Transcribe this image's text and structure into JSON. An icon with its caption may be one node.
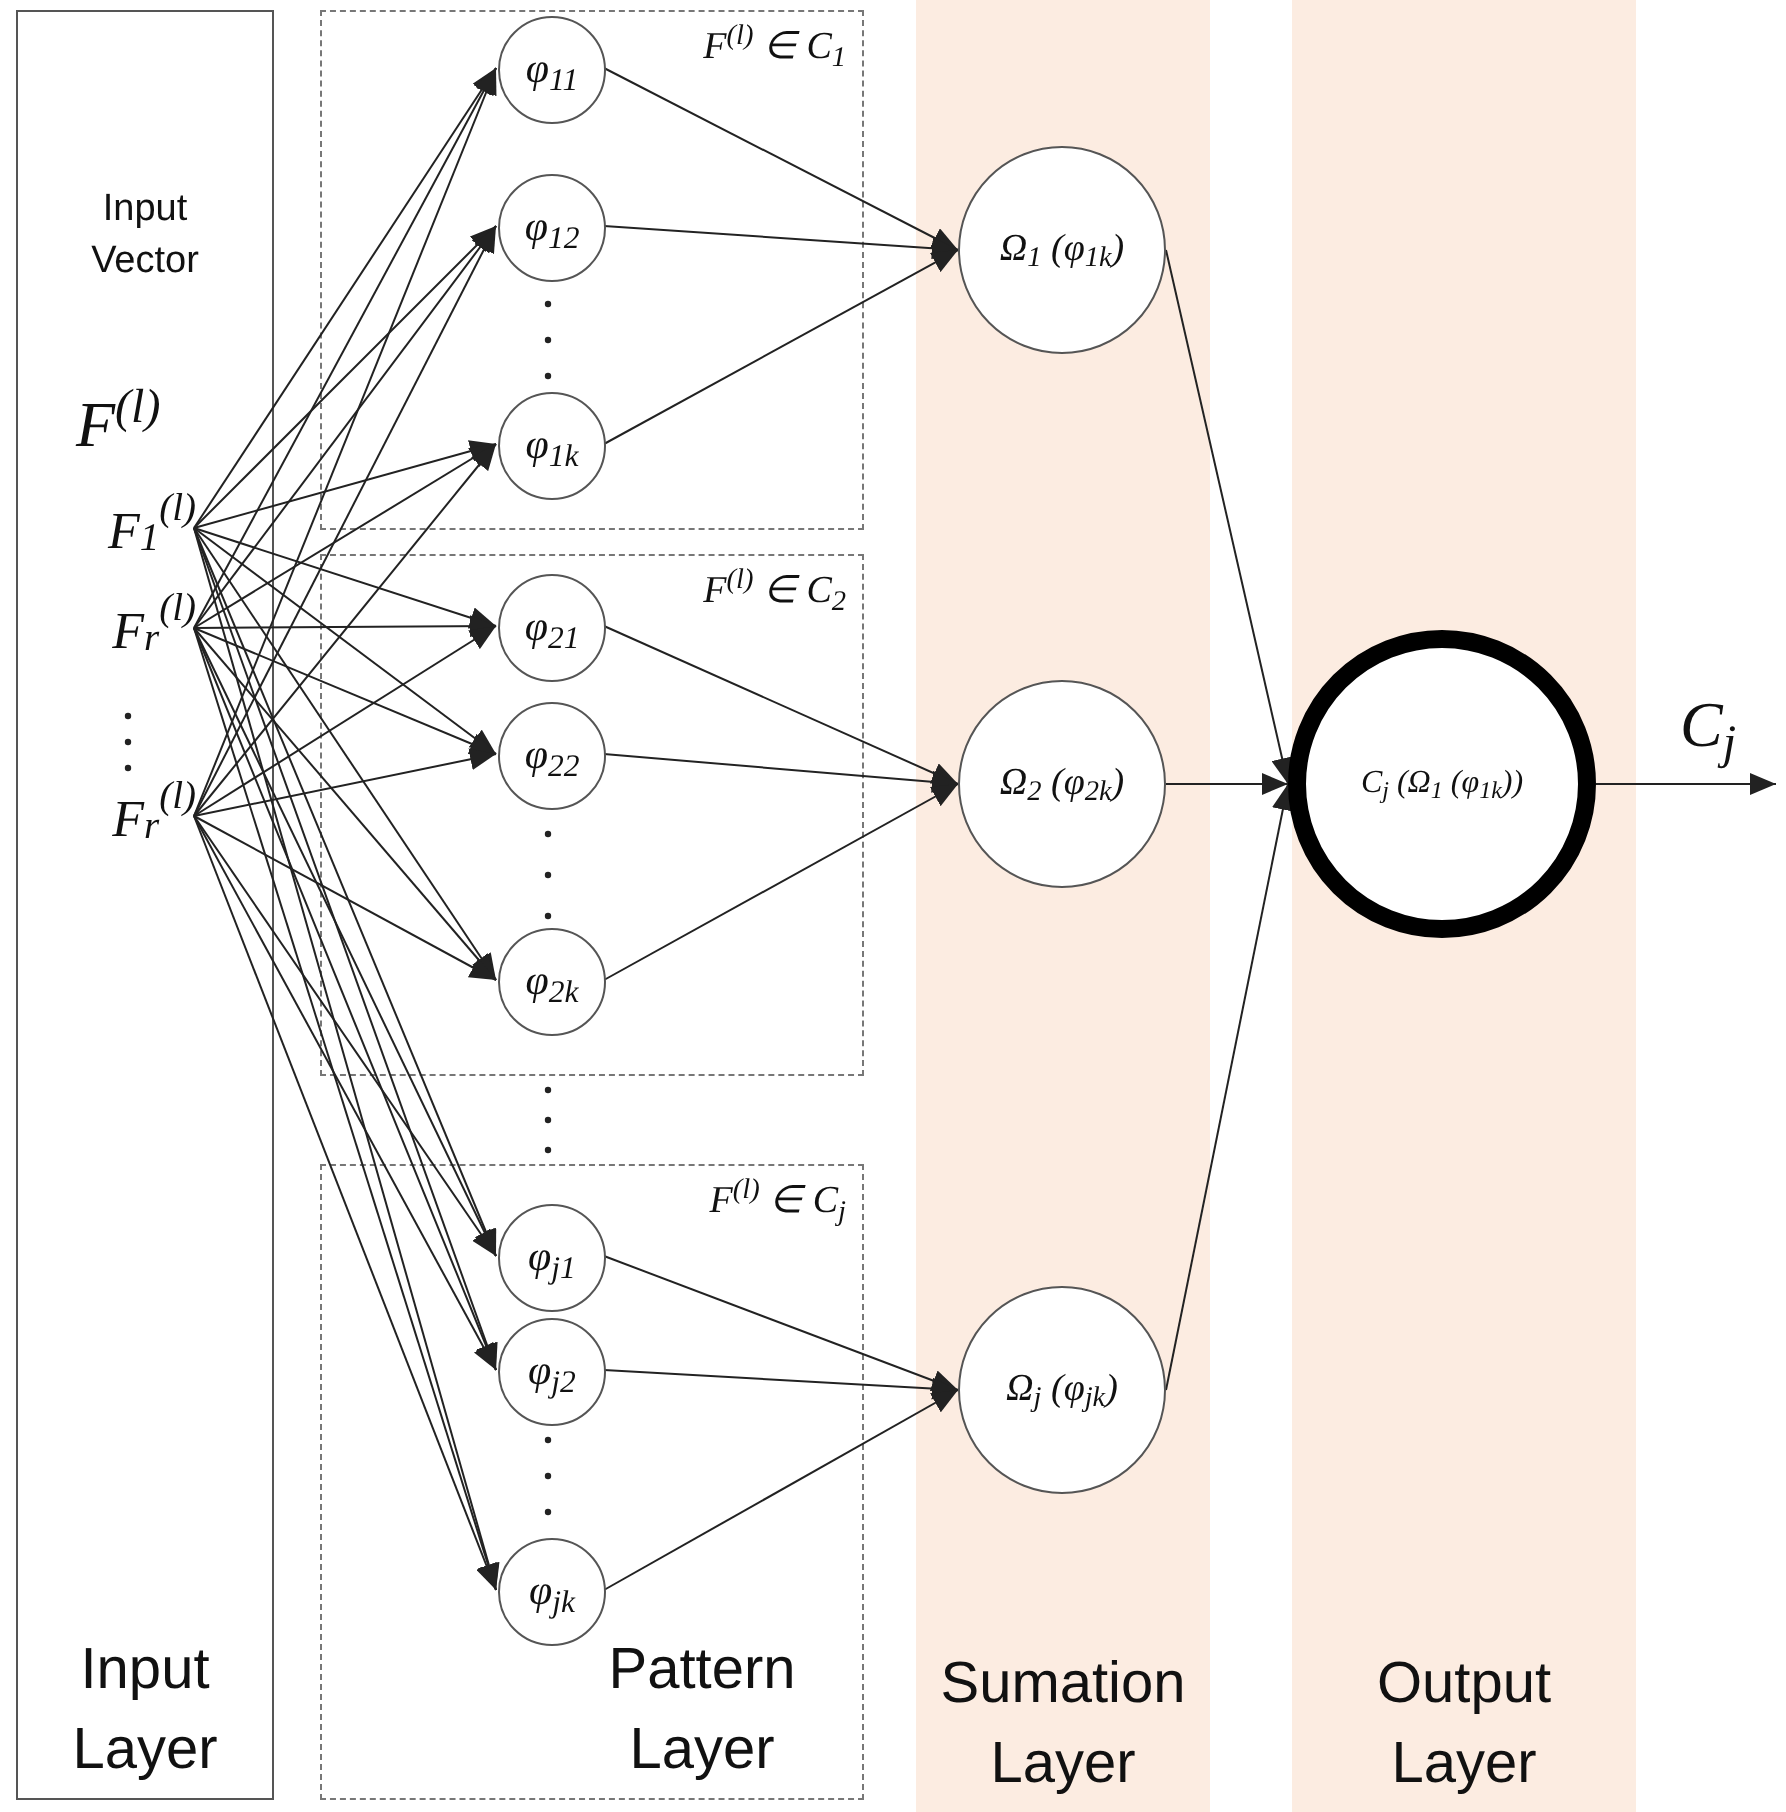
{
  "diagram": {
    "nodes": [
      {
        "text": [
          "Input Vector",
          "Input Layer"
        ]
      },
      {
        "text": [
          "F$_{1}$$^{(l)}$"
        ],
        "in": 0
      },
      {
        "text": [
          "F$_{r}$$^{(l)}$"
        ],
        "in": 0
      },
      {
        "text": [
          "F$_{r}$$^{(l)}$"
        ],
        "in": 0
      },
      {
        "text": [
          "F$^{(l)}$ ∈ C$_{1}$"
        ]
      },
      {
        "text": [
          "φ$_{11}$"
        ],
        "in": 4
      },
      {
        "text": [
          "φ$_{12}$"
        ],
        "in": 4
      },
      {
        "text": [
          "φ$_{1k}$"
        ],
        "in": 4
      },
      {
        "text": [
          "F$^{(l)}$ ∈ C$_{2}$"
        ]
      },
      {
        "text": [
          "φ$_{21}$"
        ],
        "in": 8
      },
      {
        "text": [
          "φ$_{22}$"
        ],
        "in": 8
      },
      {
        "text": [
          "φ$_{2k}$"
        ],
        "in": 8
      },
      {
        "text": [
          "F$^{(l)}$ ∈ C$_{j}$",
          "Pattern Layer"
        ]
      },
      {
        "text": [
          "φ$_{j1}$"
        ],
        "in": 12
      },
      {
        "text": [
          "φ$_{j2}$"
        ],
        "in": 12
      },
      {
        "text": [
          "φ$_{jk}$"
        ],
        "in": 12
      },
      {
        "text": [
          "Sumation Layer"
        ]
      },
      {
        "text": [
          "Ω$_{1}$ (φ$_{1k}$)"
        ],
        "in": 16
      },
      {
        "text": [
          "Ω$_{2}$ (φ$_{2k}$)"
        ],
        "in": 16
      },
      {
        "text": [
          "Ω$_{j}$ (φ$_{jk}$)"
        ],
        "in": 16
      },
      {
        "text": [
          "Output Layer"
        ]
      },
      {
        "text": [
          "C$_{j}$ (Ω$_{1}$ (φ$_{1k}$))"
        ],
        "in": 20
      }
    ],
    "edges": [
      {
        "from": 1,
        "to": 5,
        "arrow": "to"
      },
      {
        "from": 1,
        "to": 6,
        "arrow": "to"
      },
      {
        "from": 1,
        "to": 7,
        "arrow": "to"
      },
      {
        "from": 1,
        "to": 9,
        "arrow": "to"
      },
      {
        "from": 1,
        "to": 10,
        "arrow": "to"
      },
      {
        "from": 1,
        "to": 11,
        "arrow": "to"
      },
      {
        "from": 1,
        "to": 13,
        "arrow": "to"
      },
      {
        "from": 1,
        "to": 14,
        "arrow": "to"
      },
      {
        "from": 1,
        "to": 15,
        "arrow": "to"
      },
      {
        "from": 2,
        "to": 5,
        "arrow": "to"
      },
      {
        "from": 2,
        "to": 6,
        "arrow": "to"
      },
      {
        "from": 2,
        "to": 7,
        "arrow": "to"
      },
      {
        "from": 2,
        "to": 9,
        "arrow": "to"
      },
      {
        "from": 2,
        "to": 10,
        "arrow": "to"
      },
      {
        "from": 2,
        "to": 11,
        "arrow": "to"
      },
      {
        "from": 2,
        "to": 13,
        "arrow": "to"
      },
      {
        "from": 2,
        "to": 14,
        "arrow": "to"
      },
      {
        "from": 2,
        "to": 15,
        "arrow": "to"
      },
      {
        "from": 3,
        "to": 5,
        "arrow": "to"
      },
      {
        "from": 3,
        "to": 6,
        "arrow": "to"
      },
      {
        "from": 3,
        "to": 7,
        "arrow": "to"
      },
      {
        "from": 3,
        "to": 9,
        "arrow": "to"
      },
      {
        "from": 3,
        "to": 10,
        "arrow": "to"
      },
      {
        "from": 3,
        "to": 11,
        "arrow": "to"
      },
      {
        "from": 3,
        "to": 13,
        "arrow": "to"
      },
      {
        "from": 3,
        "to": 14,
        "arrow": "to"
      },
      {
        "from": 3,
        "to": 15,
        "arrow": "to"
      },
      {
        "from": 5,
        "to": 17,
        "arrow": "to"
      },
      {
        "from": 6,
        "to": 17,
        "arrow": "to"
      },
      {
        "from": 7,
        "to": 17,
        "arrow": "to"
      },
      {
        "from": 9,
        "to": 18,
        "arrow": "to"
      },
      {
        "from": 10,
        "to": 18,
        "arrow": "to"
      },
      {
        "from": 11,
        "to": 18,
        "arrow": "to"
      },
      {
        "from": 13,
        "to": 19,
        "arrow": "to"
      },
      {
        "from": 14,
        "to": 19,
        "arrow": "to"
      },
      {
        "from": 15,
        "to": 19,
        "arrow": "to"
      },
      {
        "from": 17,
        "to": 21,
        "arrow": "to"
      },
      {
        "from": 18,
        "to": 21,
        "arrow": "to"
      },
      {
        "from": 19,
        "to": 21,
        "arrow": "to"
      },
      {
        "from": 21,
        "to": null,
        "arrow": "to",
        "label": "C$_{j}$"
      }
    ],
    "labels": [
      "F$^{(l)}$"
    ]
  }
}
